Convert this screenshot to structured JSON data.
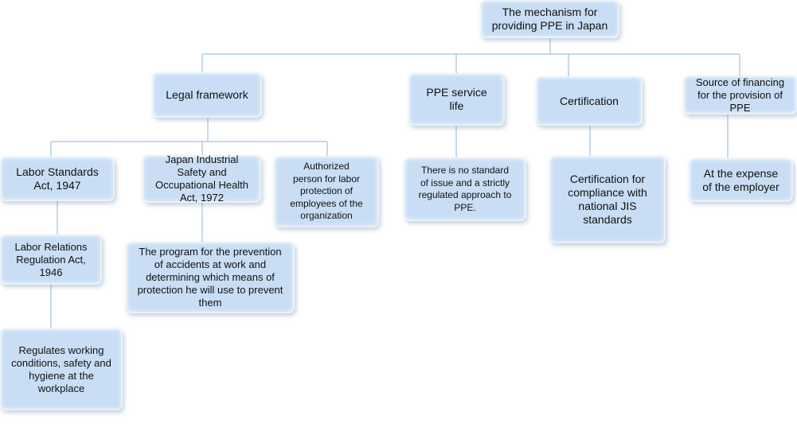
{
  "diagram": {
    "root": "The mechanism for\nproviding PPE in Japan",
    "legal_framework": "Legal framework",
    "service_life": "PPE service\nlife",
    "certification": "Certification",
    "financing": "Source of financing\nfor the provision of\nPPE",
    "labor_standards": "Labor Standards\nAct, 1947",
    "industrial_safety": "Japan Industrial\nSafety and\nOccupational Health\nAct, 1972",
    "authorized_person": "Authorized\nperson for labor\nprotection of\nemployees of the\norganization",
    "labor_relations": "Labor Relations\nRegulation Act,\n1946",
    "accident_program": "The program for the prevention\nof accidents at work and\ndetermining which means of\nprotection he will use to prevent\nthem",
    "regulates_conditions": "Regulates working\nconditions, safety and\nhygiene at the\nworkplace",
    "no_standard": "There is no standard\nof issue and a strictly\nregulated approach to\nPPE.",
    "jis_certification": "Certification for\ncompliance with\nnational JIS\nstandards",
    "employer_expense": "At the expense\nof the employer"
  }
}
